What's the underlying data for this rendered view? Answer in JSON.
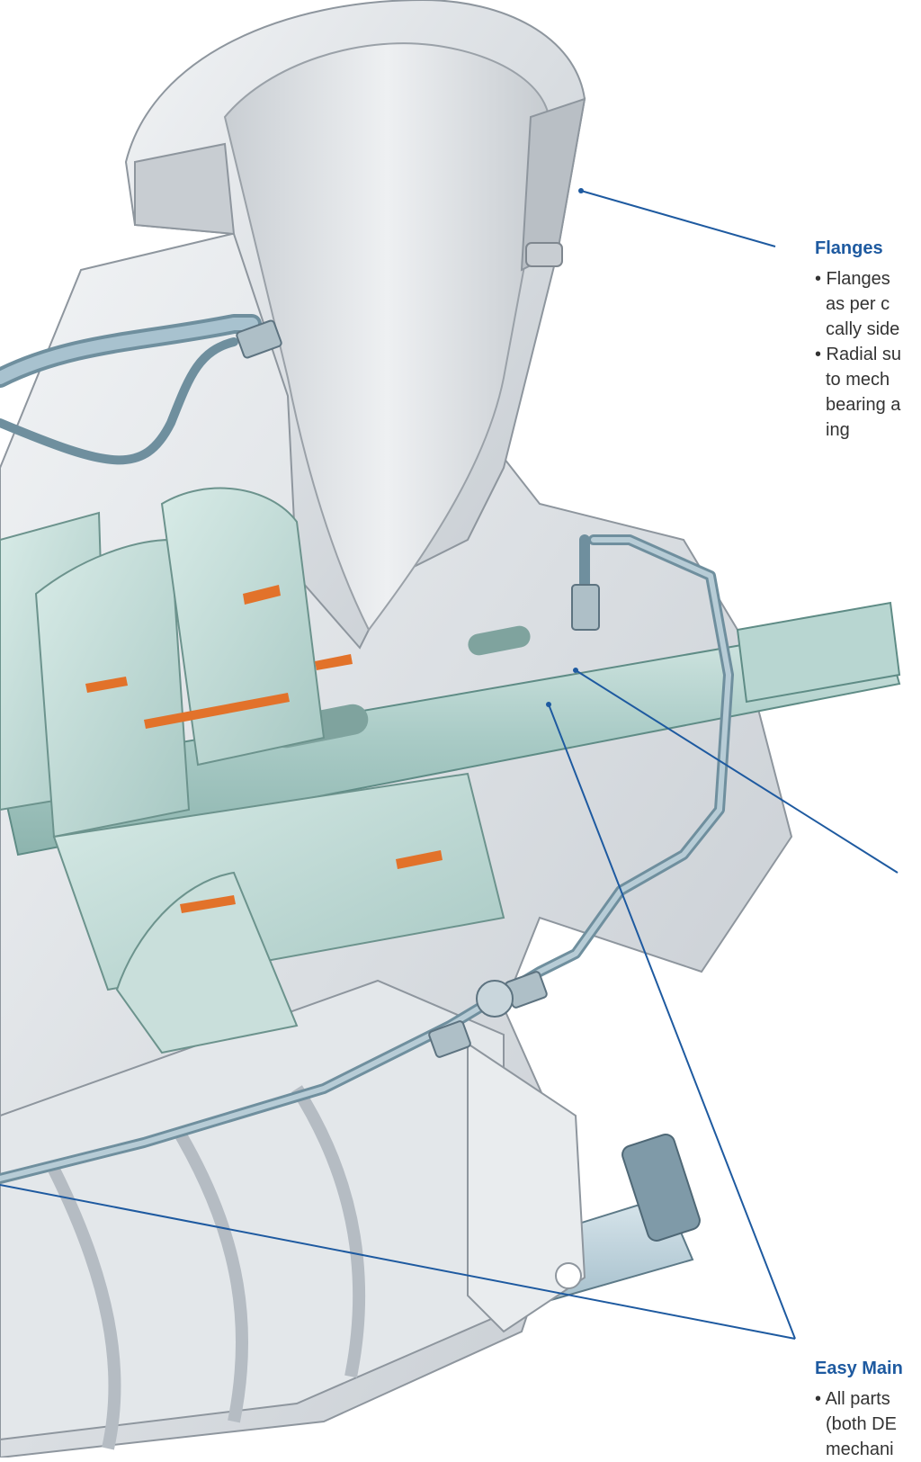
{
  "colors": {
    "accent": "#1e5aa0",
    "casing": "#d9dde1",
    "casing_dark": "#a9b0b7",
    "rotor": "#b9d6d2",
    "wear_ring": "#e2722a",
    "pipe": "#8fb0bf"
  },
  "callouts": {
    "flanges": {
      "heading": "Flanges",
      "lines": [
        "• Flanges",
        "as per c",
        "cally side",
        "• Radial su",
        "to mech",
        "bearing a",
        "ing"
      ]
    },
    "maintenance": {
      "heading": "Easy Main",
      "lines": [
        "• All parts",
        "(both DE",
        "mechani"
      ]
    }
  }
}
